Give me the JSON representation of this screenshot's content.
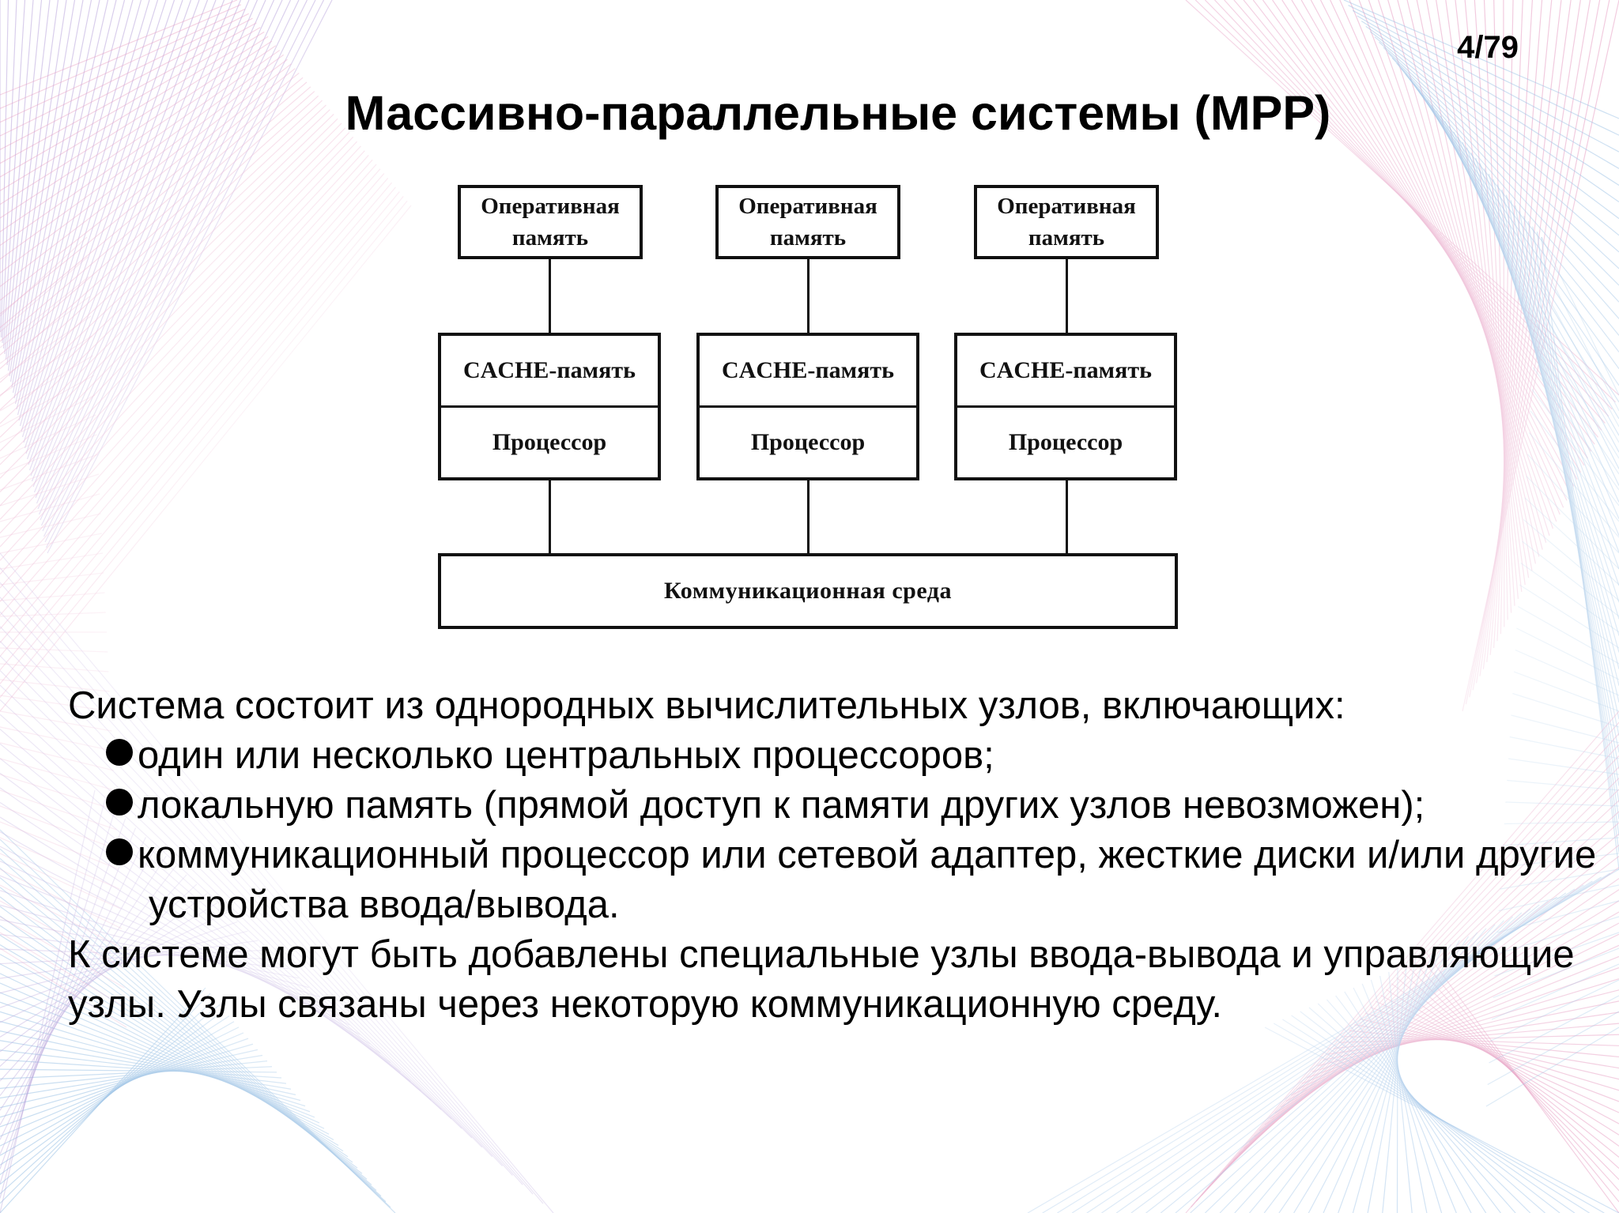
{
  "slide": {
    "number": "4/79",
    "title": "Массивно-параллельные системы (MPP)"
  },
  "diagram": {
    "nodes": [
      {
        "ram_line1": "Оперативная",
        "ram_line2": "память",
        "cache": "CACHE-память",
        "cpu": "Процессор"
      },
      {
        "ram_line1": "Оперативная",
        "ram_line2": "память",
        "cache": "CACHE-память",
        "cpu": "Процессор"
      },
      {
        "ram_line1": "Оперативная",
        "ram_line2": "память",
        "cache": "CACHE-память",
        "cpu": "Процессор"
      }
    ],
    "comm_medium": "Коммуникационная среда"
  },
  "body": {
    "intro": "Система состоит из однородных вычислительных узлов, включающих:",
    "bullets": [
      "один или несколько центральных процессоров;",
      "локальную память (прямой доступ к памяти других узлов невозможен);",
      "коммуникационный процессор или сетевой адаптер, жесткие диски и/или другие устройства ввода/вывода."
    ],
    "outro": "К системе могут быть добавлены специальные узлы ввода-вывода и управляющие узлы. Узлы связаны через некоторую коммуникационную среду."
  },
  "colors": {
    "background": "#ffffff",
    "mesh_pink": "#e8a0c4",
    "mesh_blue": "#9cc2e6",
    "mesh_violet": "#b9a6dc",
    "text": "#000000"
  }
}
